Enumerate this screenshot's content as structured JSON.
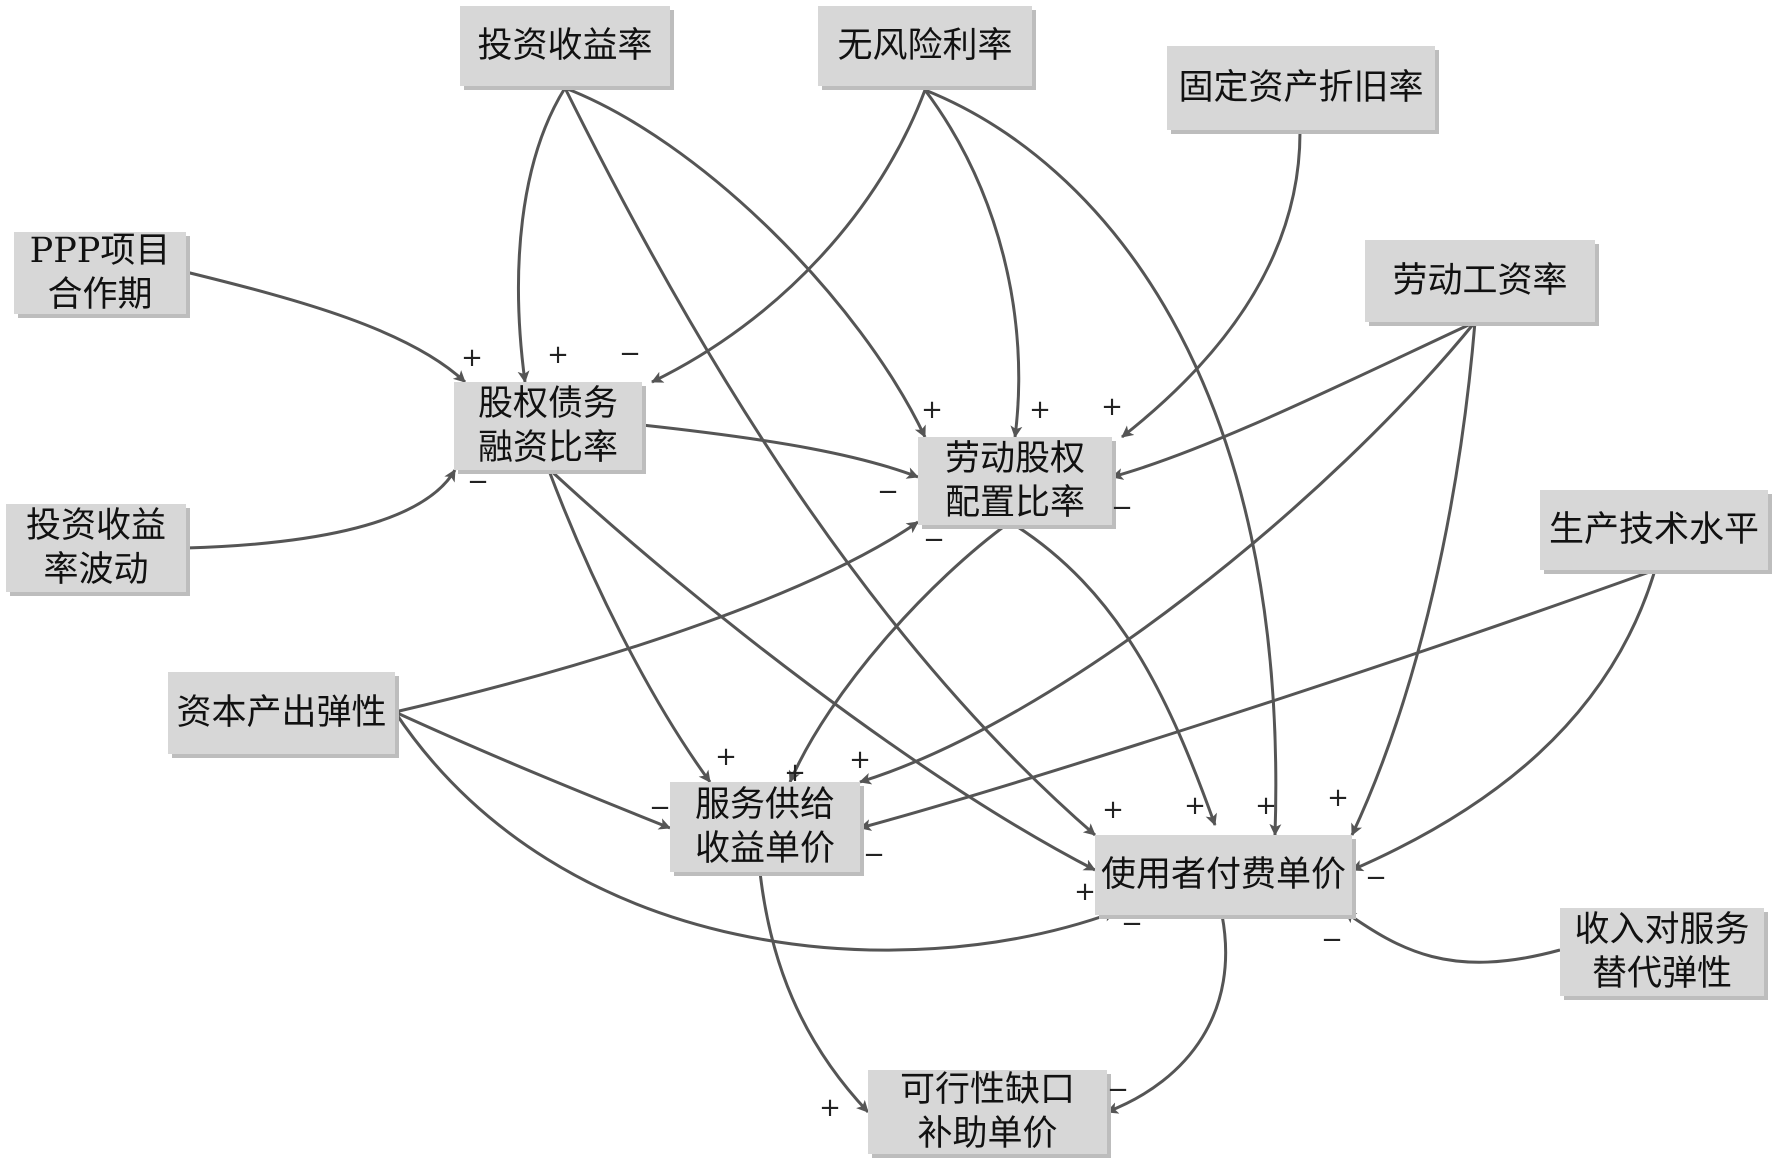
{
  "nodes": {
    "roi": "投资收益率",
    "riskfree": "无风险利率",
    "depreciation": "固定资产折旧率",
    "ppp_period": "PPP项目\n合作期",
    "wage": "劳动工资率",
    "equity_debt": "股权债务\n融资比率",
    "labor_equity": "劳动股权\n配置比率",
    "roi_volatility": "投资收益\n率波动",
    "tech_level": "生产技术水平",
    "capital_elasticity": "资本产出弹性",
    "service_price": "服务供给\n收益单价",
    "user_price": "使用者付费单价",
    "income_elasticity": "收入对服务\n替代弹性",
    "vgf_price": "可行性缺口\n补助单价"
  },
  "signs": {
    "plus": "+",
    "minus": "−"
  },
  "colors": {
    "node_fill": "#d7d7d7",
    "node_shadow": "#bdbdbd",
    "edge": "#555555"
  }
}
